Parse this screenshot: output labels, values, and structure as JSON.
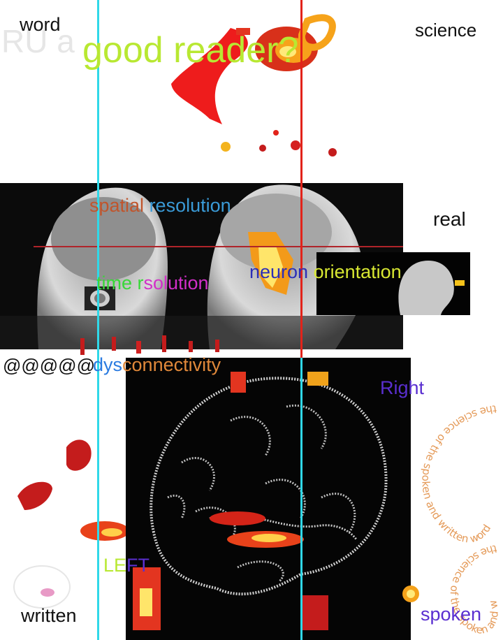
{
  "labels": {
    "word": "word",
    "ru_prefix": "RU a",
    "good_reader": "good reader?",
    "science": "science",
    "spatial_1": "spatial ",
    "spatial_2": "resolution",
    "real": "real",
    "time_1": "time r",
    "time_2": "solution",
    "neuron_1": "neuron ",
    "neuron_2": "orientation",
    "at_signs": "@@@@@",
    "dys": "dys",
    "connectivity": "connectivity",
    "right": "Right",
    "left_1": "LE",
    "left_2": "FT",
    "written": "written",
    "spoken": "spoken"
  },
  "swirl_text": "the science of the spoken and written word",
  "colors": {
    "lime": "#b8e832",
    "cyan_line": "#30d8e8",
    "red_line": "#e2231a",
    "orange": "#e0883a",
    "blue": "#3a6fd6",
    "purple": "#5a2fd0",
    "magenta": "#d22fc8",
    "green": "#38d838",
    "rust": "#c0552c"
  }
}
